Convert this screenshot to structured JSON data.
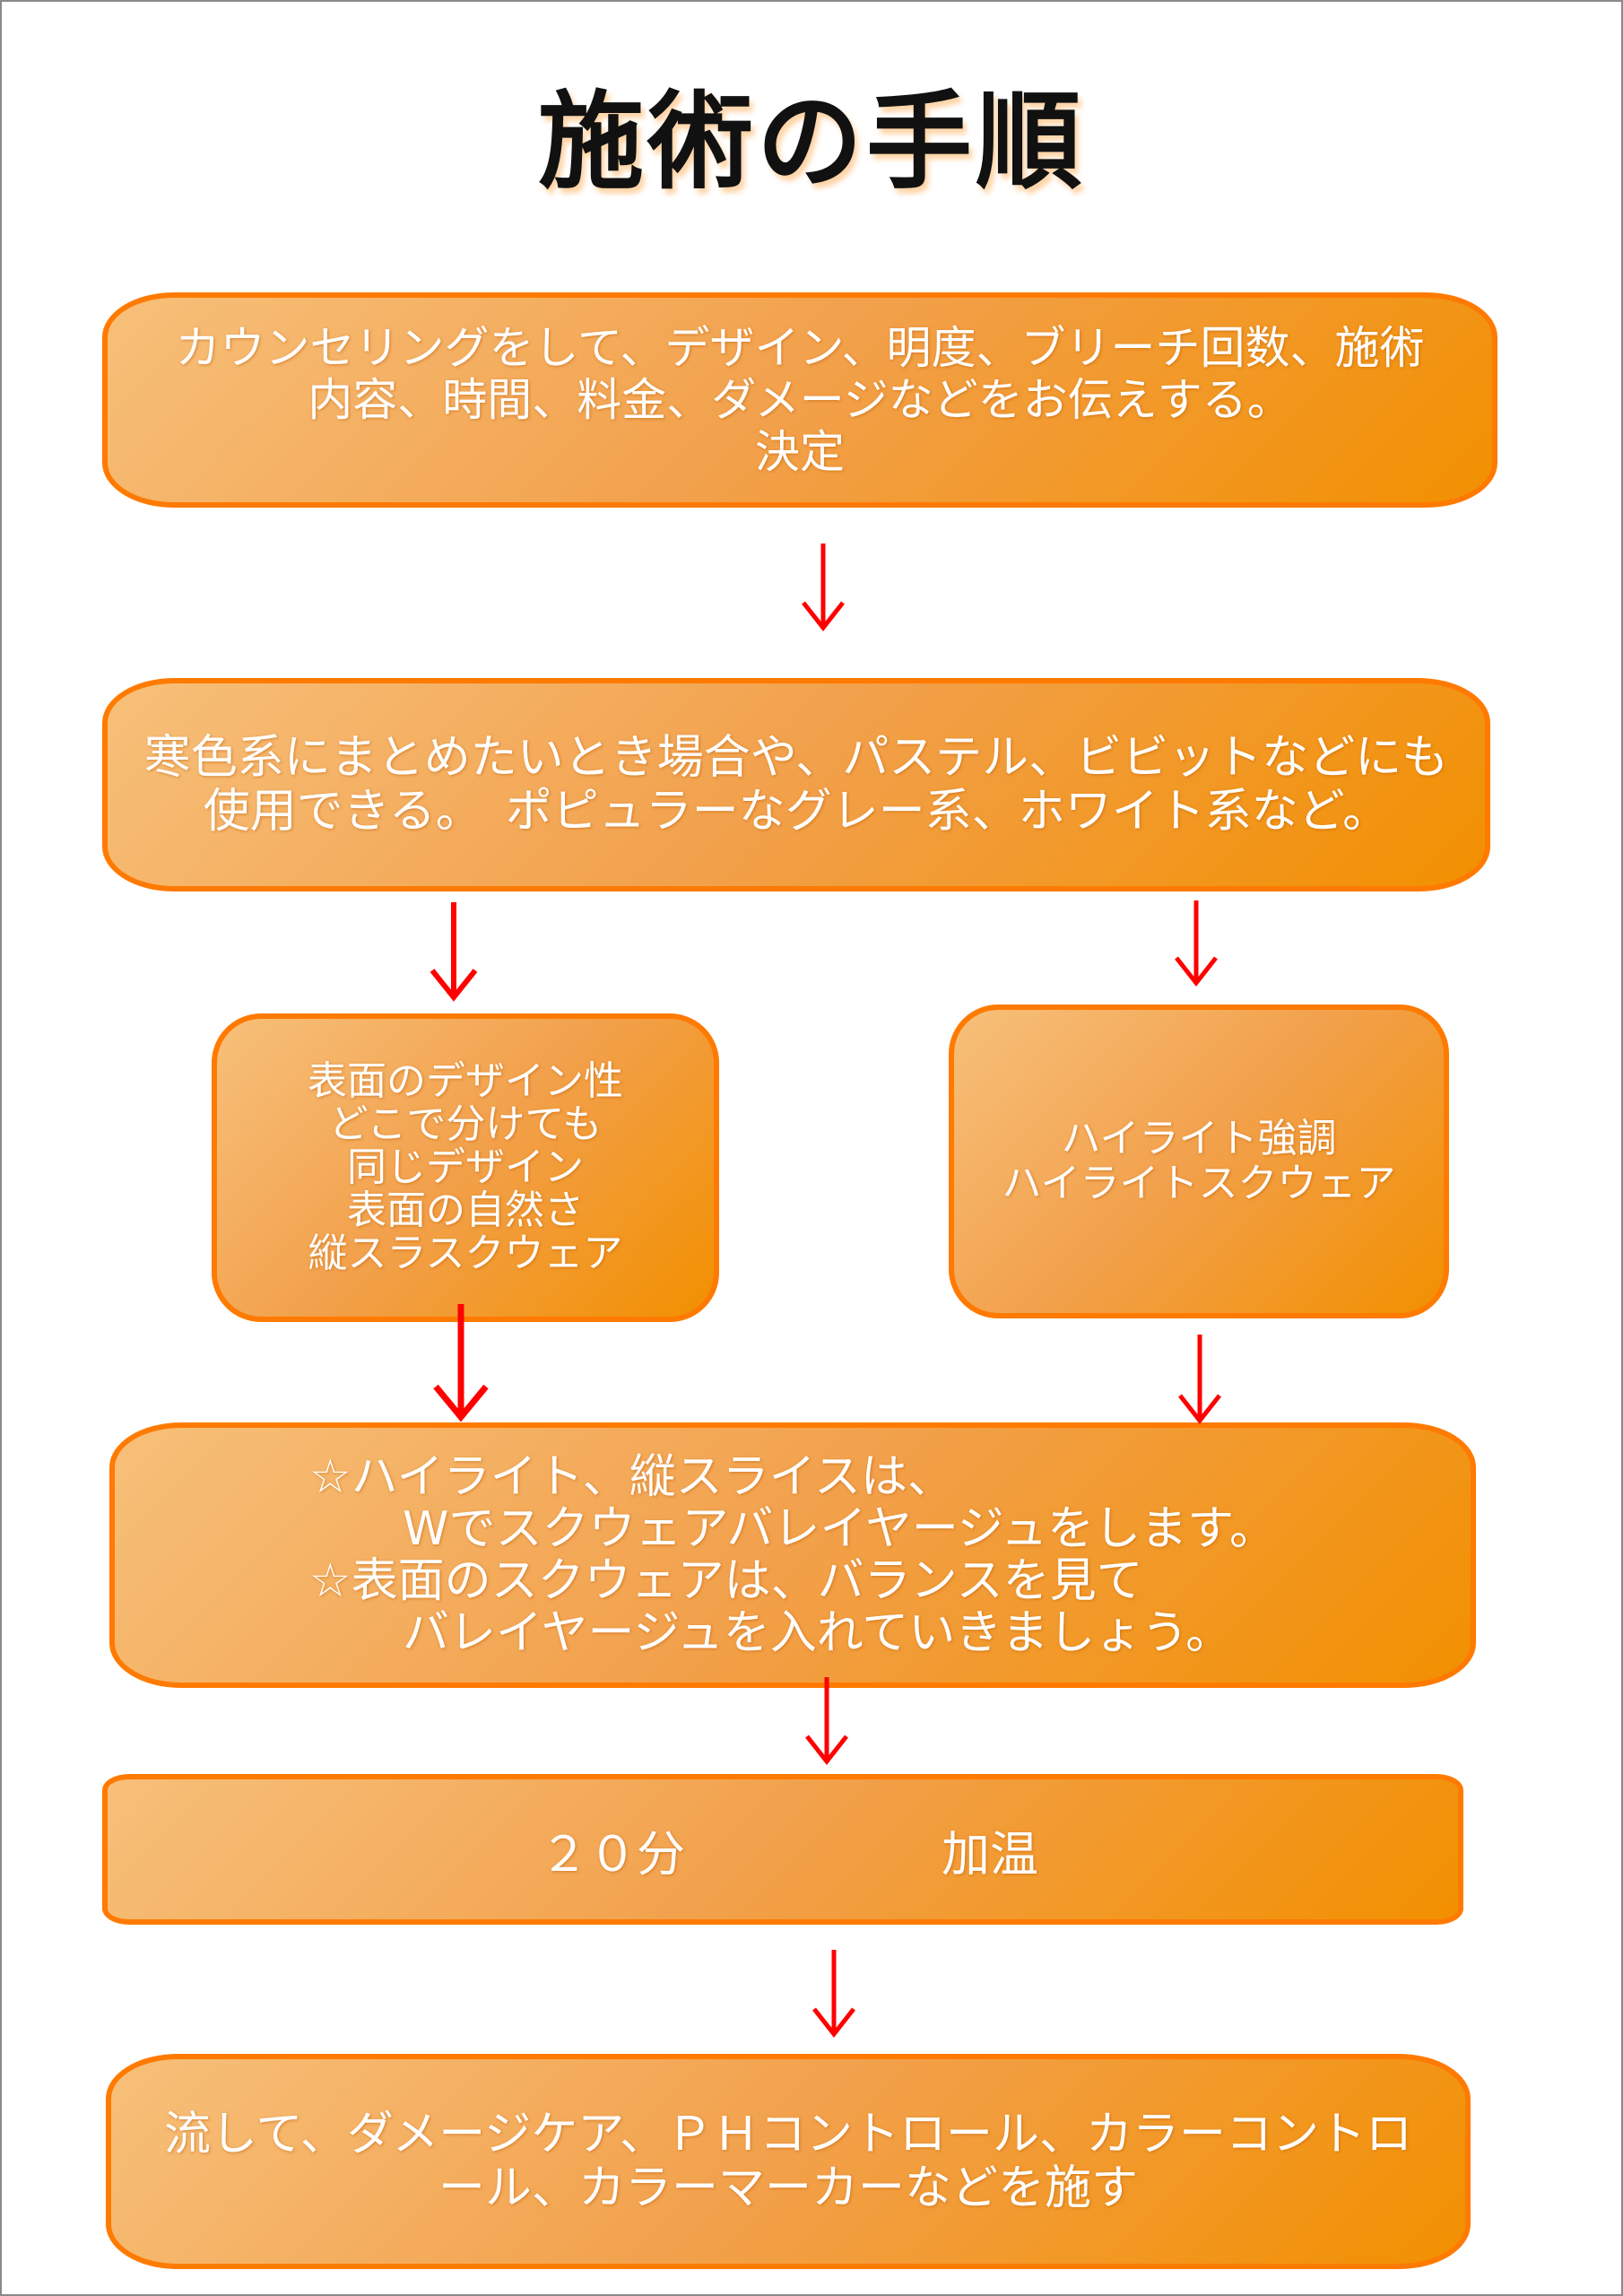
{
  "title": "施術の手順",
  "colors": {
    "box_border": "#ff7a00",
    "box_gradient_start": "#f7c07a",
    "box_gradient_end": "#f29000",
    "arrow": "#ff0000",
    "title_text": "#111111",
    "box_text": "#ffffff"
  },
  "steps": {
    "counseling": "カウンセリングをして、デザイン、明度、ブリーチ回数、施術\n内容、時間、料金、ダメージなどをお伝えする。\n決定",
    "cool_tone": "寒色系にまとめたいとき場合や、パステル、ビビットなどにも\n使用できる。　ポピュラーなグレー系、ホワイト系など。",
    "surface_design": "表面のデザイン性\nどこで分けても\n同じデザイン\n表面の自然さ\n縦スラスクウェア",
    "highlight": "ハイライト強調\nハイライトスクウェア",
    "balayage": "☆ハイライト、縦スライスは、\n　　Wでスクウェアバレイヤージュをします。\n☆表面のスクウェアは、バランスを見て\n　　バレイヤージュを入れていきましょう。",
    "heat_time": "２０分",
    "heat_label": "加温",
    "rinse": "流して、ダメージケア、ＰＨコントロール、カラーコントロ\nール、カラーマーカーなどを施す"
  }
}
